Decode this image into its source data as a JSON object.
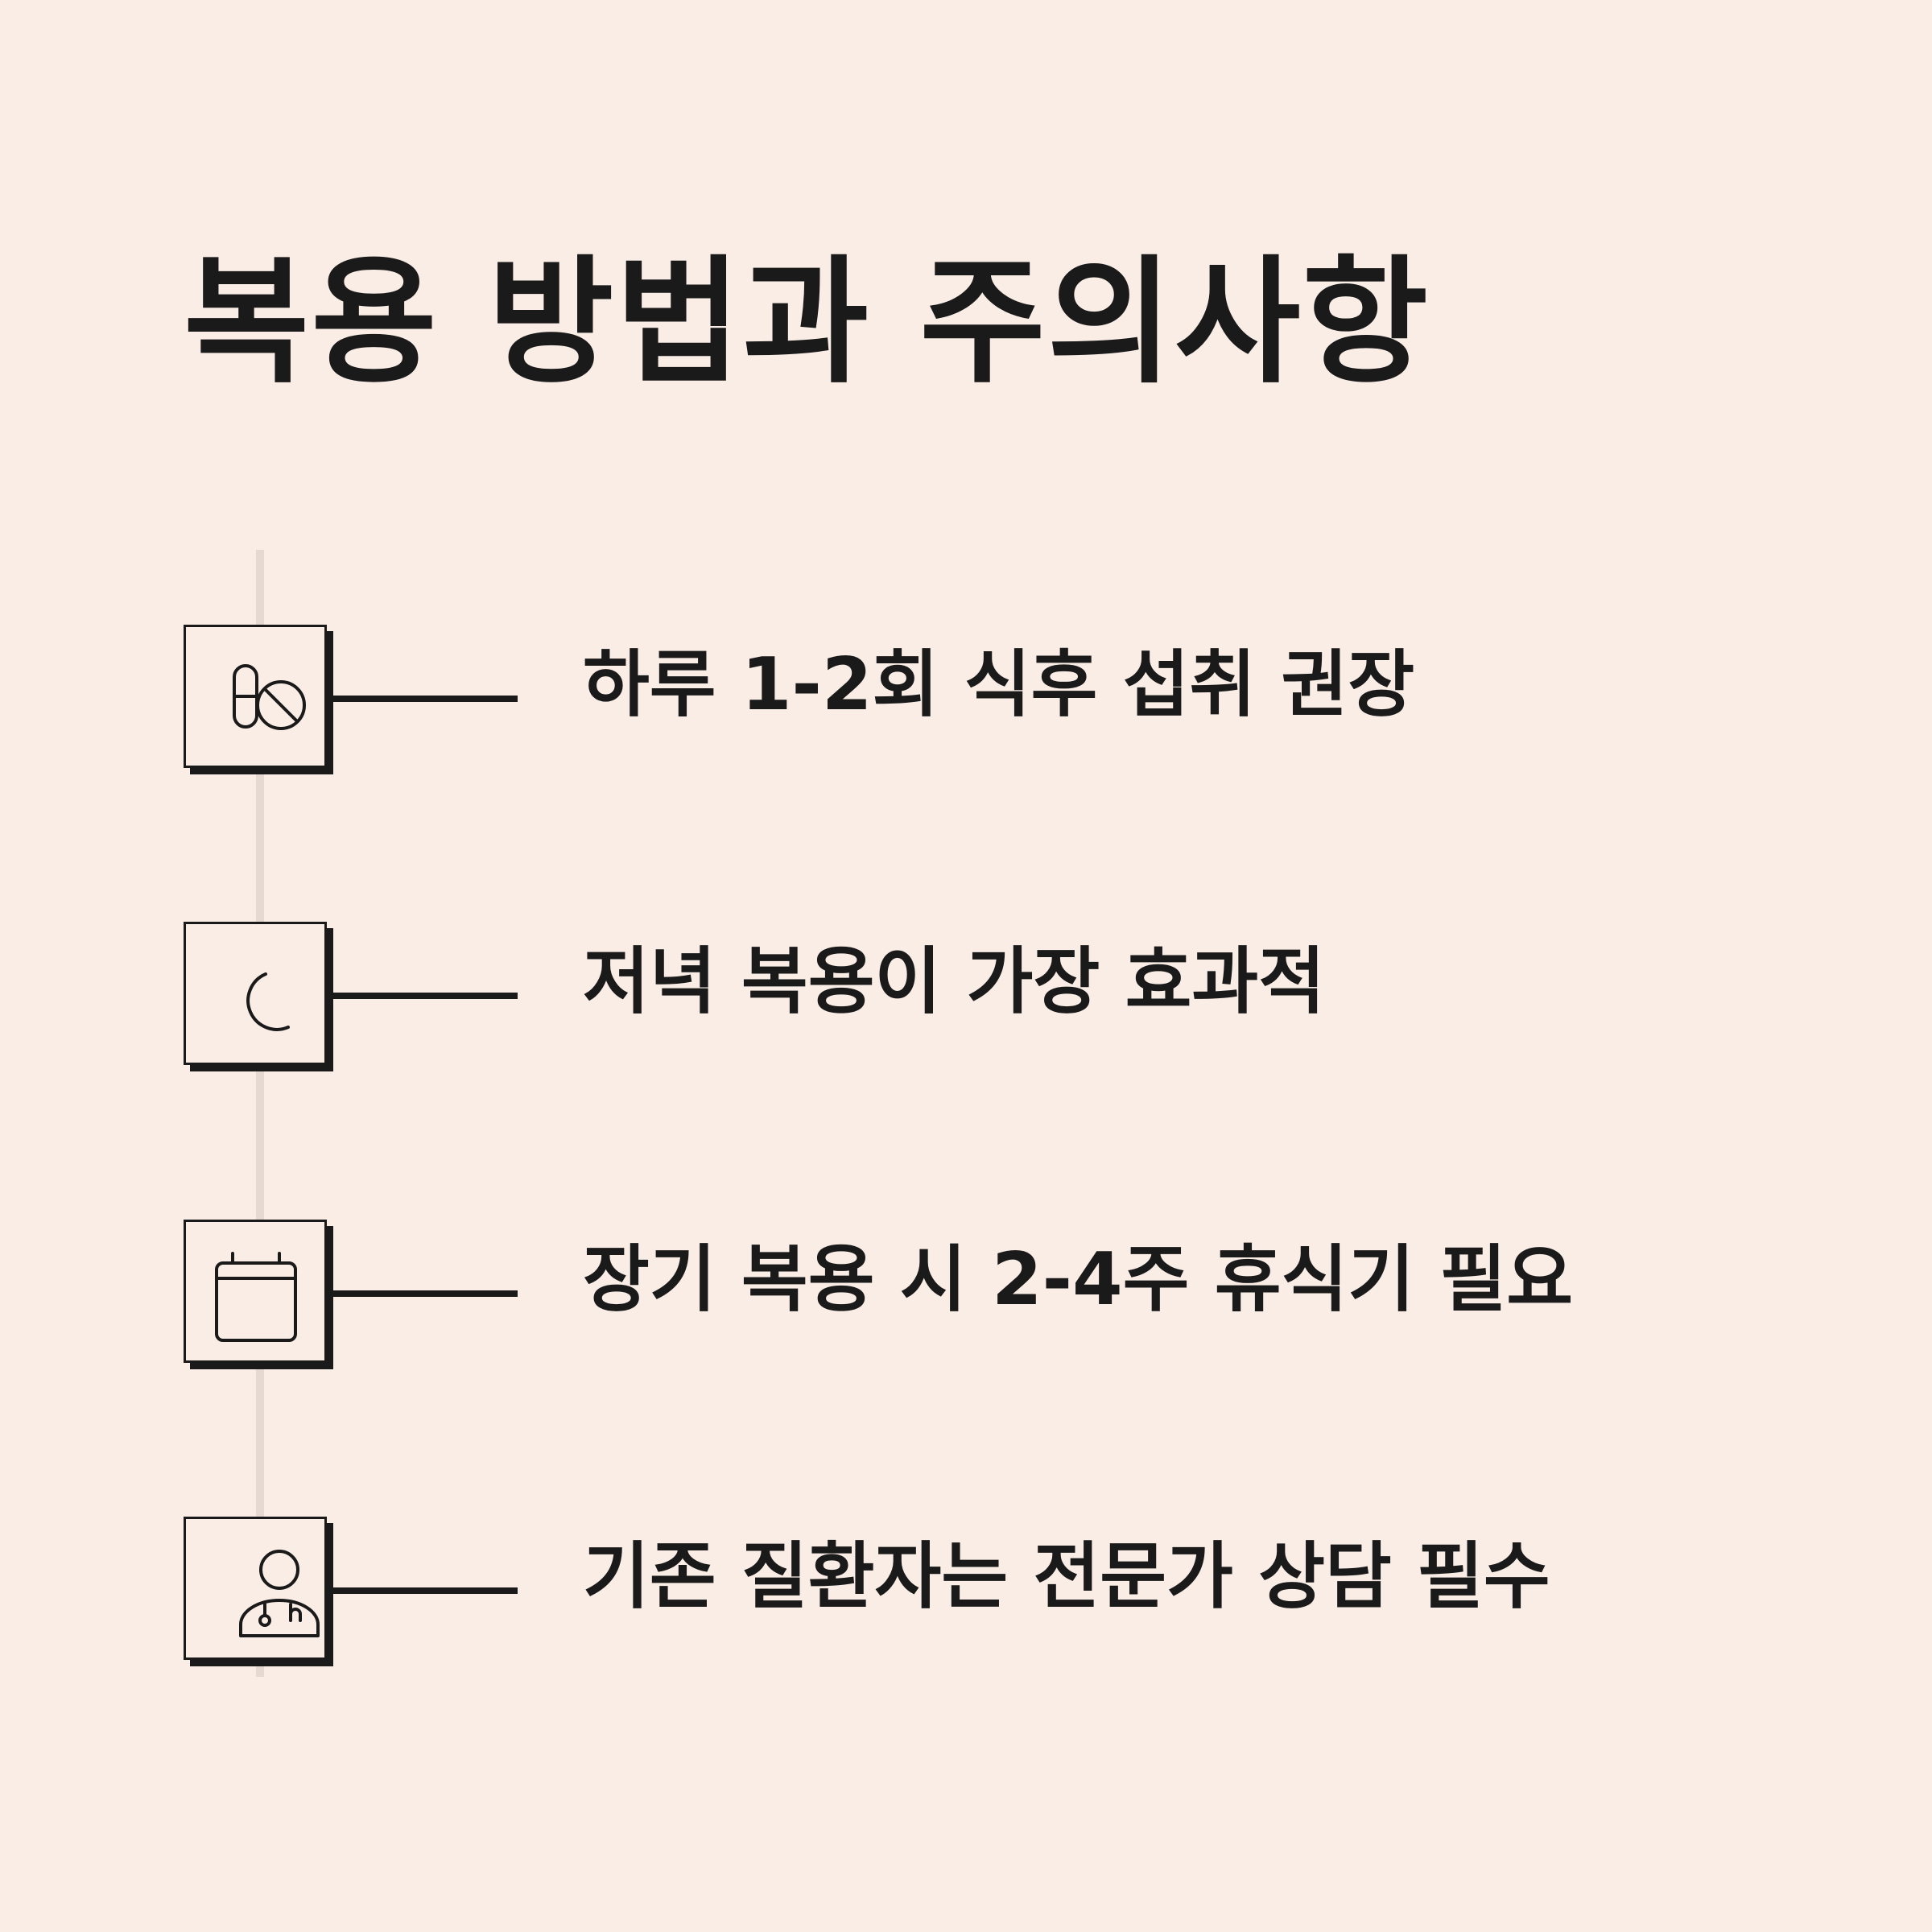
{
  "title": "복용 방법과 주의사항",
  "items": [
    {
      "icon": "pill-icon",
      "text": "하루 1-2회 식후 섭취 권장"
    },
    {
      "icon": "moon-icon",
      "text": "저녁 복용이 가장 효과적"
    },
    {
      "icon": "calendar-icon",
      "text": "장기 복용 시 2-4주 휴식기 필요"
    },
    {
      "icon": "doctor-icon",
      "text": "기존 질환자는 전문가 상담 필수"
    }
  ],
  "colors": {
    "background": "#f9ede6",
    "ink": "#1a1a1a",
    "spine": "#e6d9d1"
  }
}
